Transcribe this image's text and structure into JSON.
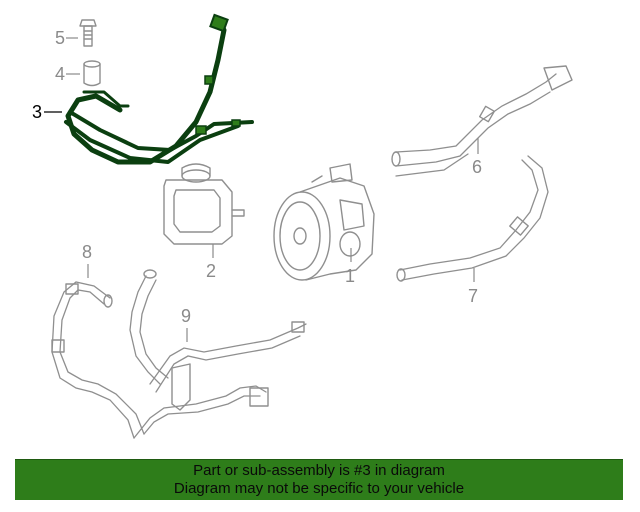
{
  "callouts": {
    "c1": "1",
    "c2": "2",
    "c3": "3",
    "c4": "4",
    "c5": "5",
    "c6": "6",
    "c7": "7",
    "c8": "8",
    "c9": "9"
  },
  "highlight_color": "#2e7d1a",
  "banner": {
    "line1": "Part or sub-assembly is #3 in diagram",
    "line2": "Diagram may not be specific to your vehicle"
  }
}
